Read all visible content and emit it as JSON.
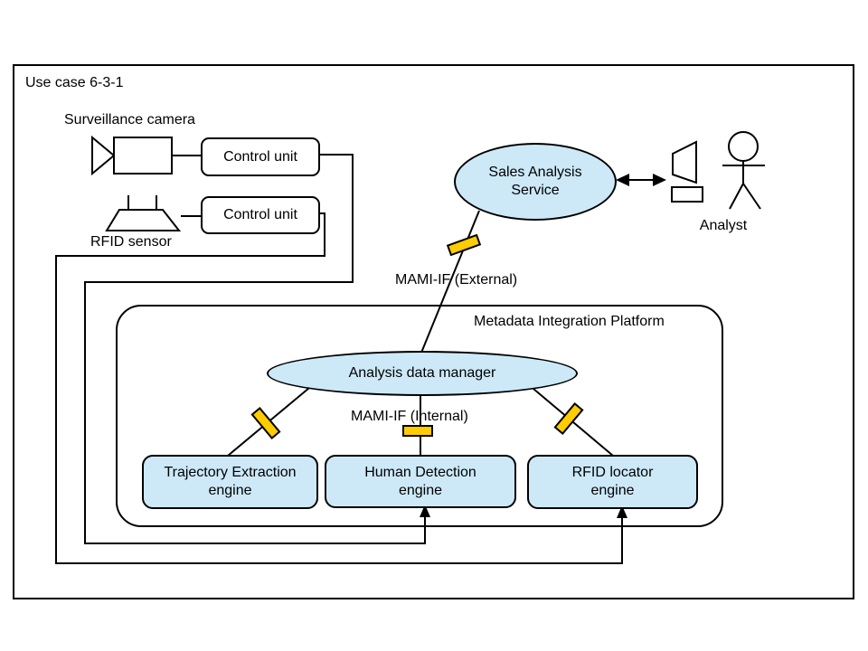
{
  "page": {
    "title": "Use case 6-3-1"
  },
  "devices": {
    "surveillance_camera_label": "Surveillance camera",
    "rfid_sensor_label": "RFID sensor",
    "control_unit_camera_label": "Control unit",
    "control_unit_rfid_label": "Control unit"
  },
  "external": {
    "sales_service": {
      "lines": [
        "Sales Analysis",
        "Service"
      ]
    },
    "analyst_label": "Analyst",
    "mami_if_external_label": "MAMI-IF (External)"
  },
  "platform": {
    "title": "Metadata Integration Platform",
    "analysis_data_manager_label": "Analysis data manager",
    "mami_if_internal_label": "MAMI-IF (Internal)",
    "engines": [
      {
        "lines": [
          "Trajectory Extraction",
          "engine"
        ]
      },
      {
        "lines": [
          "Human Detection",
          "engine"
        ]
      },
      {
        "lines": [
          "RFID locator",
          "engine"
        ]
      }
    ]
  },
  "colors": {
    "node_fill": "#cde9f8",
    "interface_fill": "#ffcc00",
    "line": "#000000",
    "background": "#ffffff"
  }
}
